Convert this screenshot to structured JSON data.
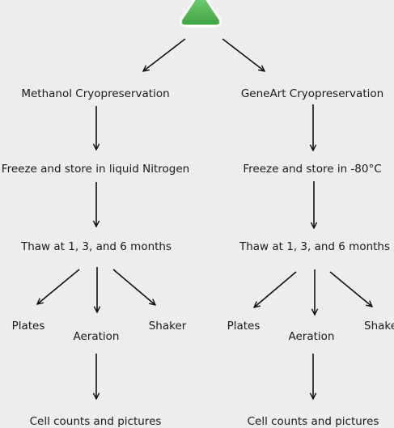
{
  "colors": {
    "background": "#ededed",
    "start_shape": "#4caf50",
    "text": "#1a1a1a",
    "arrow": "#111111"
  },
  "left": {
    "method": "Methanol Cryopreservation",
    "freeze": "Freeze and store in liquid Nitrogen",
    "thaw": "Thaw at 1, 3, and 6 months",
    "plates": "Plates",
    "aeration": "Aeration",
    "shaker": "Shaker",
    "result": "Cell counts and pictures"
  },
  "right": {
    "method": "GeneArt Cryopreservation",
    "freeze": "Freeze and store in -80°C",
    "thaw": "Thaw at 1, 3, and 6 months",
    "plates": "Plates",
    "aeration": "Aeration",
    "shaker": "Shaker",
    "result": "Cell counts and pictures"
  }
}
